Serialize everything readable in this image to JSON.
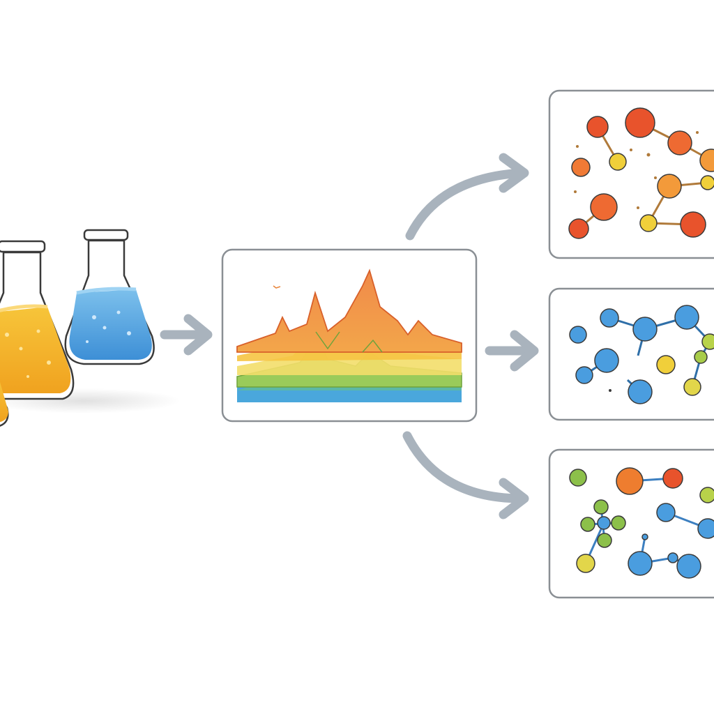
{
  "colors": {
    "background": "#ffffff",
    "outline": "#3a3a3a",
    "arrow": "#a9b3bd",
    "panel_border": "#8a8f94",
    "orange": "#ee7d2f",
    "red_orange": "#e8532c",
    "yellow": "#f0cf3a",
    "yellow_liquid": "#f4b12a",
    "blue": "#4a9ddf",
    "green": "#8cc04a",
    "spectrum": [
      "#e9844a",
      "#f2a23b",
      "#f6c443",
      "#f3de6a",
      "#9acb5a",
      "#5cb8a7",
      "#4aa7dc"
    ]
  },
  "icons": {
    "flasks": "conical-flask-icon",
    "spectrum": "layered-spectrum-icon",
    "molecules": "molecule-network-icon",
    "arrows": "flow-arrow-icon"
  },
  "panels": [
    {
      "name": "orange-molecule-panel",
      "palette": "warm"
    },
    {
      "name": "blue-molecule-panel",
      "palette": "cool"
    },
    {
      "name": "mixed-molecule-panel",
      "palette": "mixed"
    }
  ]
}
